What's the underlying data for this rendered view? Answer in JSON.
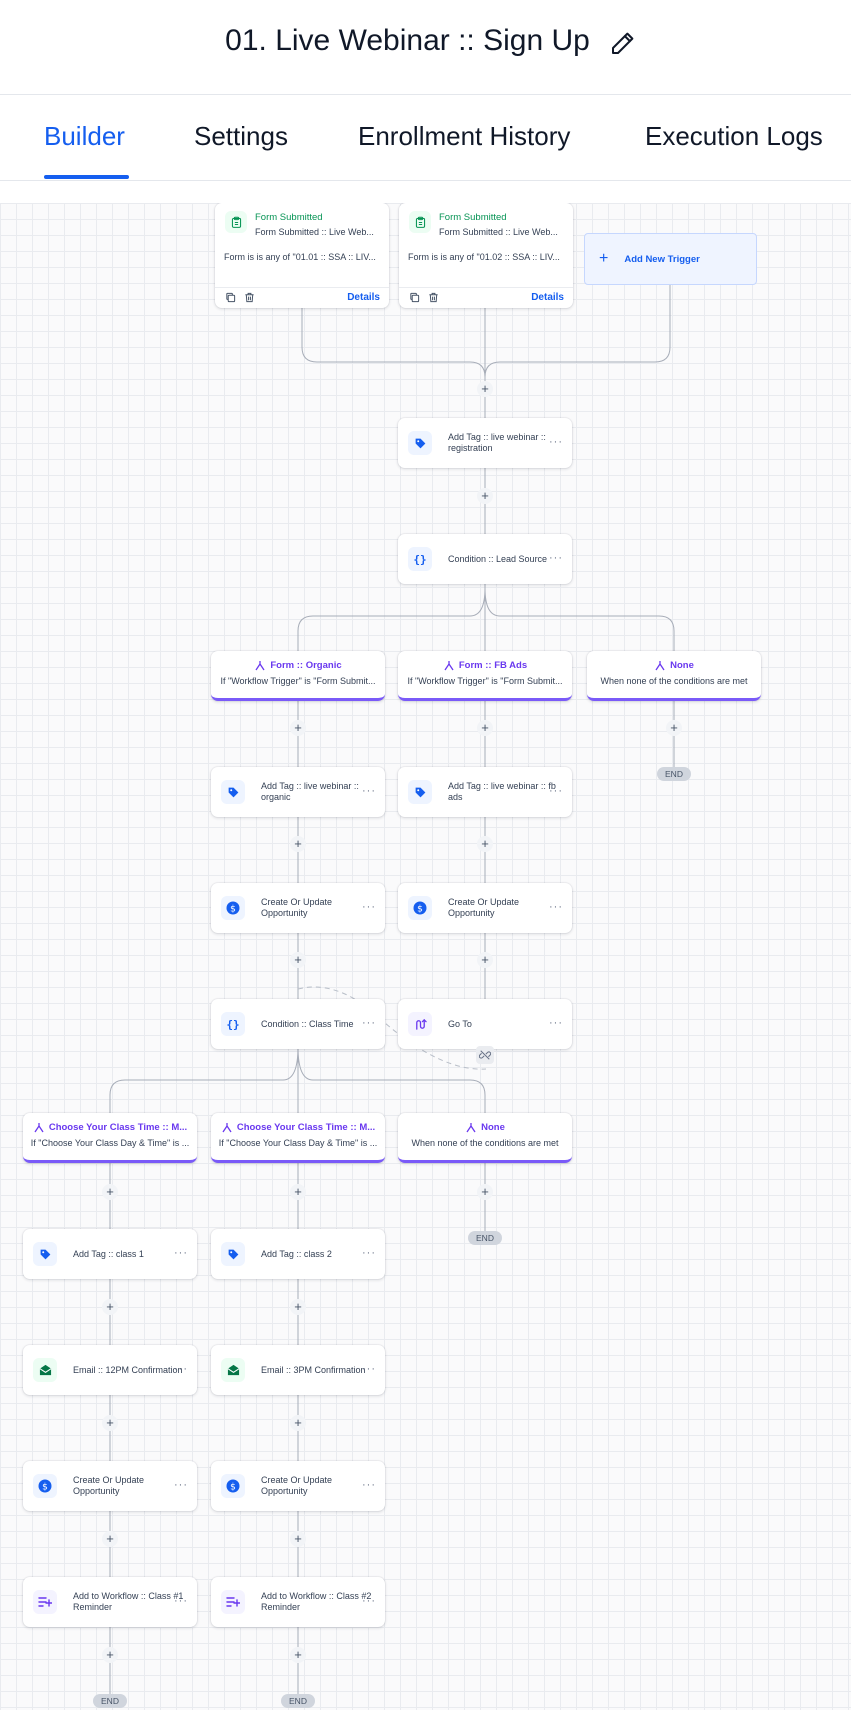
{
  "header": {
    "title": "01. Live Webinar :: Sign Up",
    "edit_icon": "pencil-icon"
  },
  "tabs": [
    {
      "label": "Builder",
      "active": true
    },
    {
      "label": "Settings",
      "active": false
    },
    {
      "label": "Enrollment History",
      "active": false
    },
    {
      "label": "Execution Logs",
      "active": false
    }
  ],
  "colors": {
    "accent": "#155eef",
    "trigger_green": "#079455",
    "branch_purple": "#7a5af8",
    "canvas_bg": "#fafafb"
  },
  "workflow": {
    "triggers": [
      {
        "title": "Form Submitted",
        "subtitle": "Form Submitted :: Live Web...",
        "filter": "Form is is any of \"01.01 :: SSA :: LIV...",
        "details": "Details"
      },
      {
        "title": "Form Submitted",
        "subtitle": "Form Submitted :: Live Web...",
        "filter": "Form is is any of \"01.02 :: SSA :: LIV...",
        "details": "Details"
      }
    ],
    "add_trigger": {
      "label": "Add New Trigger"
    },
    "steps": {
      "tag_registration": "Add Tag :: live webinar :: registration",
      "condition_lead_source": "Condition :: Lead Source",
      "tag_organic": "Add Tag :: live webinar :: organic",
      "tag_fb_ads": "Add Tag :: live webinar :: fb ads",
      "opportunity_organic": "Create Or Update Opportunity",
      "opportunity_fb": "Create Or Update Opportunity",
      "condition_class_time": "Condition :: Class Time",
      "goto": "Go To",
      "tag_class1": "Add Tag :: class 1",
      "tag_class2": "Add Tag :: class 2",
      "email_12pm": "Email :: 12PM Confirmation",
      "email_3pm": "Email :: 3PM Confirmation",
      "opportunity_class1": "Create Or Update Opportunity",
      "opportunity_class2": "Create Or Update Opportunity",
      "workflow_class1": "Add to Workflow :: Class #1 Reminder",
      "workflow_class2": "Add to Workflow :: Class #2 Reminder"
    },
    "branches": {
      "organic": {
        "title": "Form :: Organic",
        "subtitle": "If \"Workflow Trigger\" is \"Form Submit..."
      },
      "fb_ads": {
        "title": "Form :: FB Ads",
        "subtitle": "If \"Workflow Trigger\" is \"Form Submit..."
      },
      "none1": {
        "title": "None",
        "subtitle": "When none of the conditions are met"
      },
      "class_m1": {
        "title": "Choose Your Class Time :: M...",
        "subtitle": "If \"Choose Your Class Day & Time\" is ..."
      },
      "class_m2": {
        "title": "Choose Your Class Time :: M...",
        "subtitle": "If \"Choose Your Class Day & Time\" is ..."
      },
      "none2": {
        "title": "None",
        "subtitle": "When none of the conditions are met"
      }
    },
    "end_label": "END",
    "plus_symbol": "+",
    "more_symbol": "···"
  }
}
